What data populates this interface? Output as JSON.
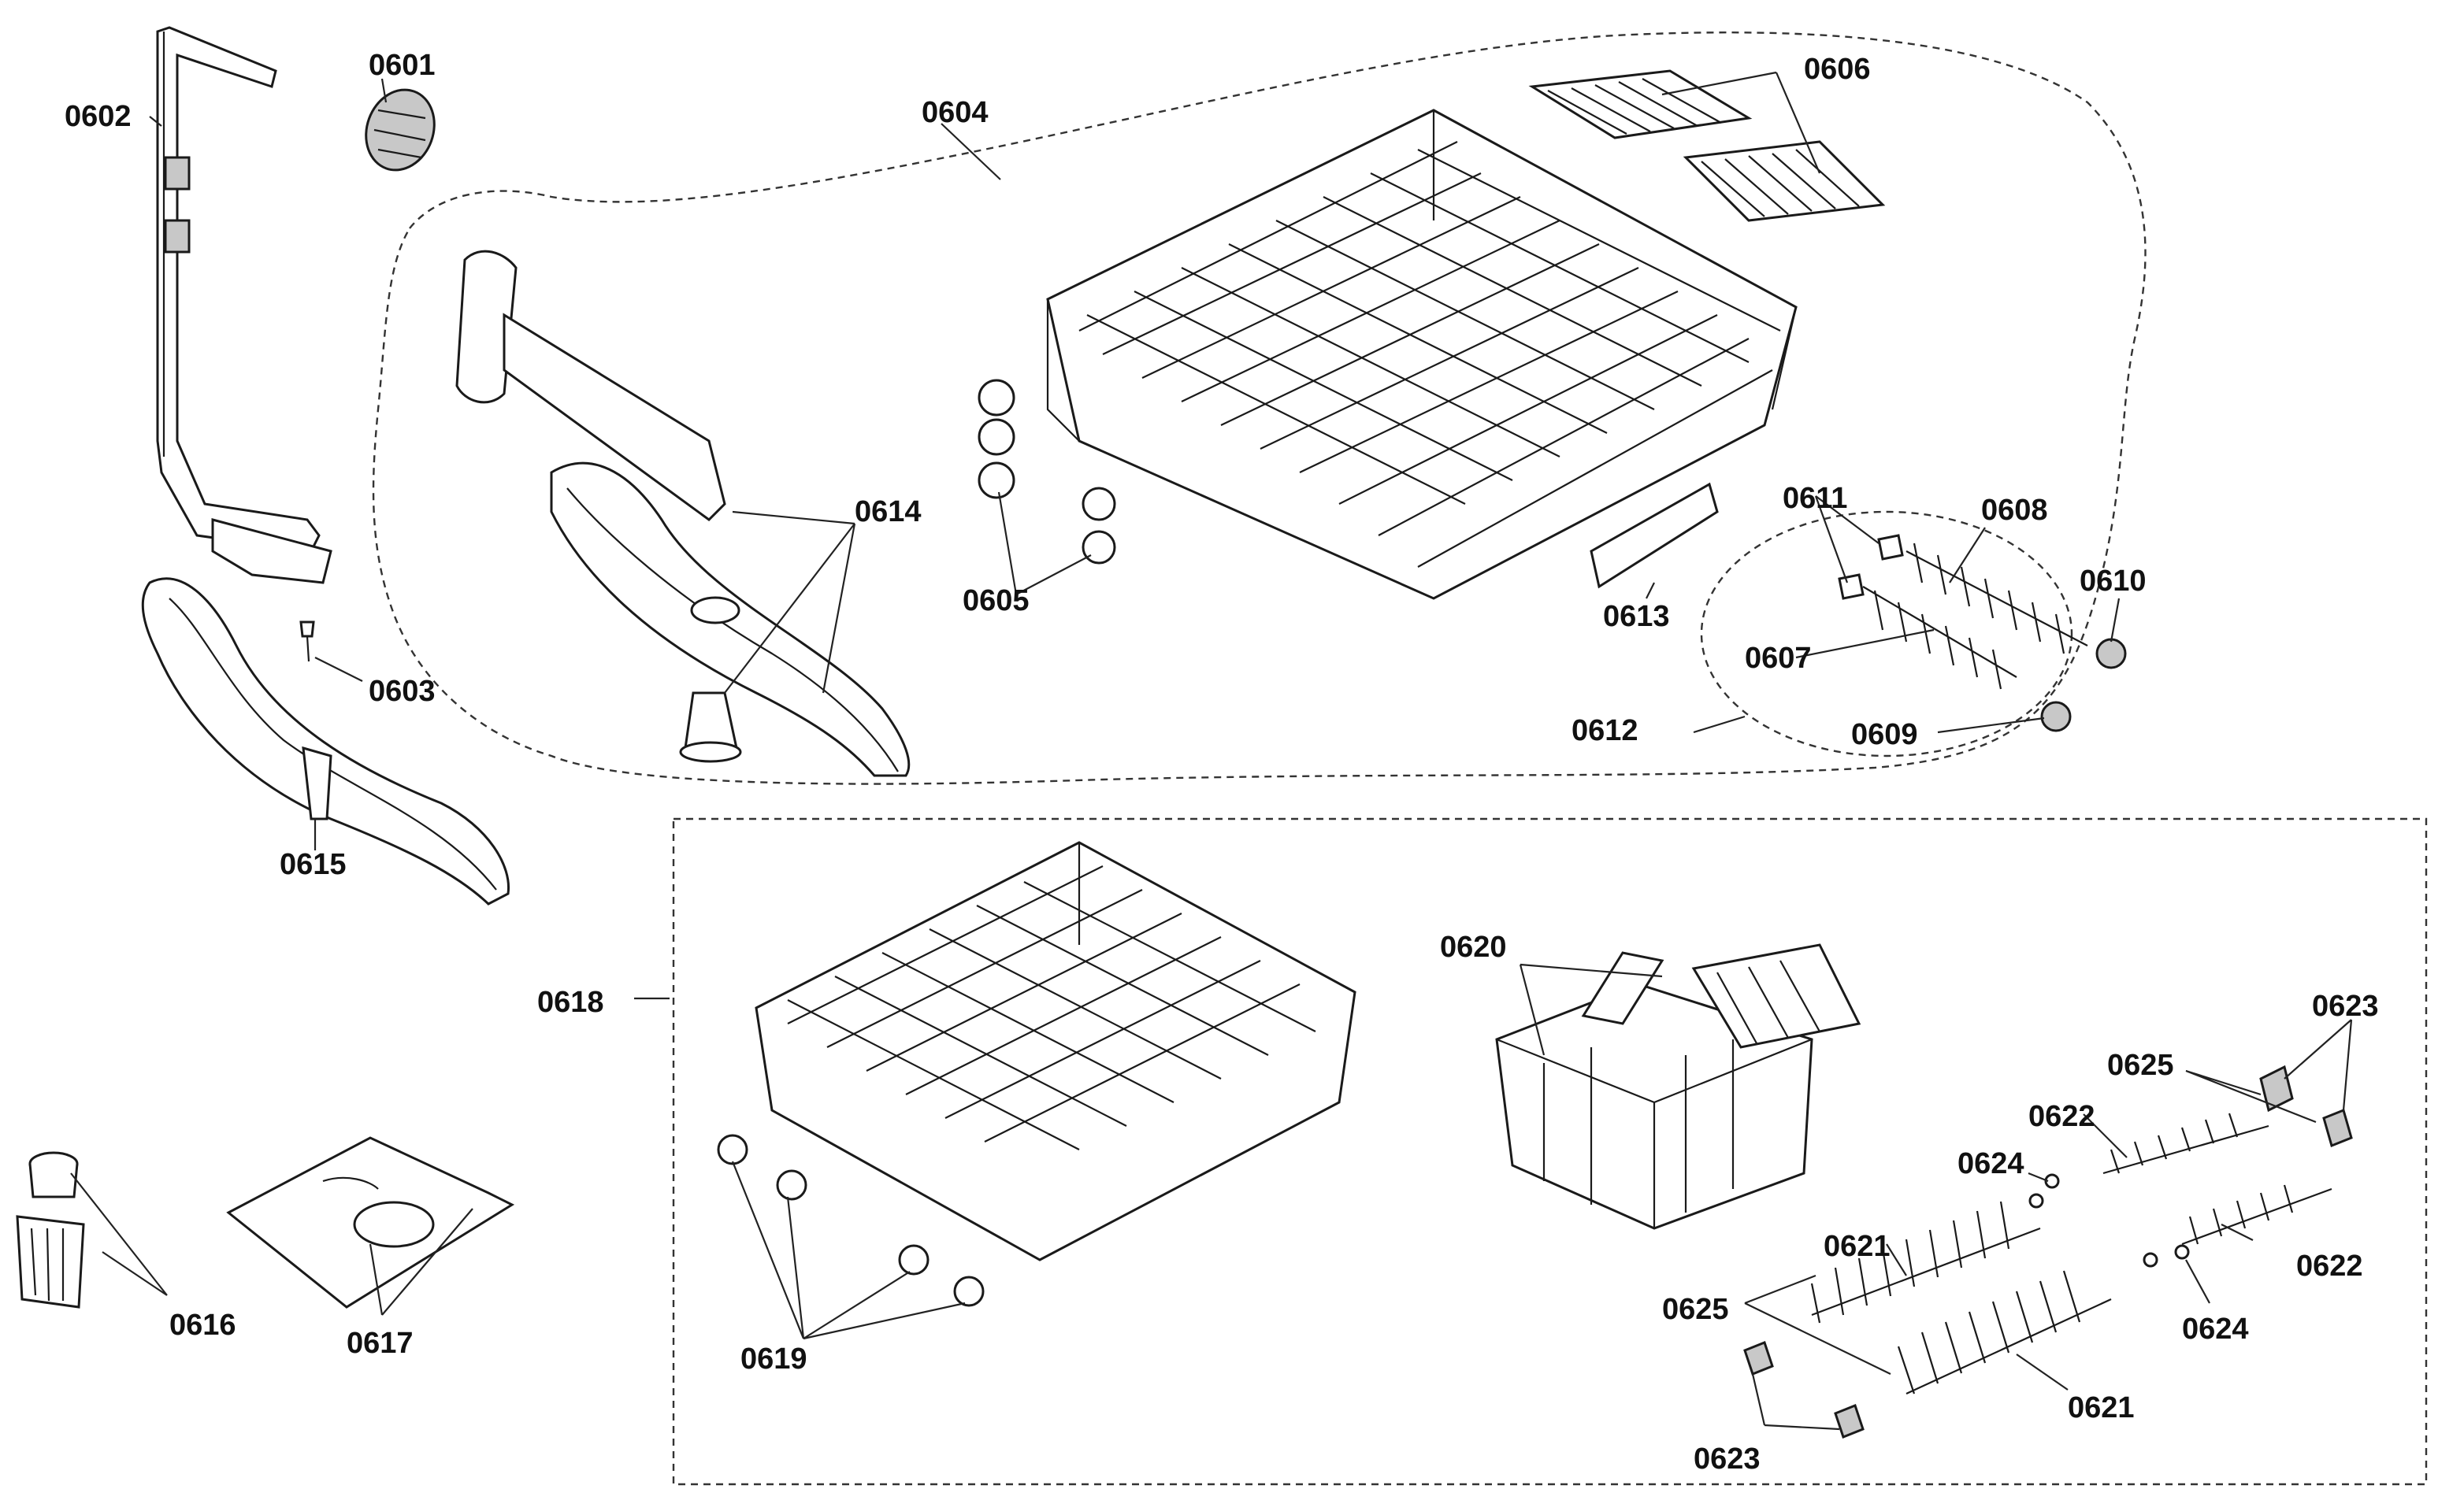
{
  "labels": {
    "p0601": "0601",
    "p0602": "0602",
    "p0603": "0603",
    "p0604": "0604",
    "p0605": "0605",
    "p0606": "0606",
    "p0607": "0607",
    "p0608": "0608",
    "p0609": "0609",
    "p0610": "0610",
    "p0611": "0611",
    "p0612": "0612",
    "p0613": "0613",
    "p0614": "0614",
    "p0615": "0615",
    "p0616": "0616",
    "p0617": "0617",
    "p0618": "0618",
    "p0619": "0619",
    "p0620": "0620",
    "p0621a": "0621",
    "p0621b": "0621",
    "p0622a": "0622",
    "p0622b": "0622",
    "p0623a": "0623",
    "p0623b": "0623",
    "p0624a": "0624",
    "p0624b": "0624",
    "p0625a": "0625",
    "p0625b": "0625"
  }
}
